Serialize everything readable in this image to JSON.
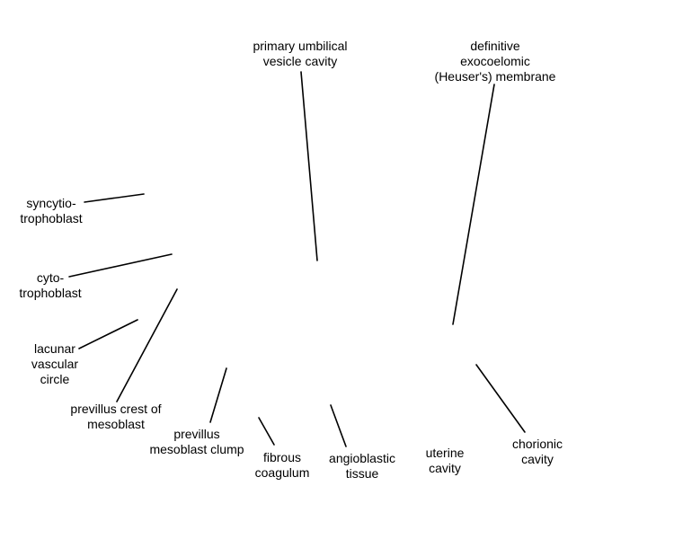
{
  "labels": {
    "primary_umbilical_vesicle_cavity": "primary umbilical\nvesicle cavity",
    "definitive_exocoelomic_membrane": "definitive\nexocoelomic\n(Heuser's) membrane",
    "syncytiotrophoblast": "syncytio-\ntrophoblast",
    "cytotrophoblast": "cyto-\ntrophoblast",
    "lacunar_vascular_circle": "lacunar\nvascular\ncircle",
    "previllus_crest_of_mesoblast": "previllus crest of\nmesoblast",
    "previllus_mesoblast_clump": "previllus\nmesoblast clump",
    "fibrous_coagulum": "fibrous\ncoagulum",
    "angioblastic_tissue": "angioblastic\ntissue",
    "uterine_cavity": "uterine\ncavity",
    "chorionic_cavity": "chorionic\ncavity"
  }
}
